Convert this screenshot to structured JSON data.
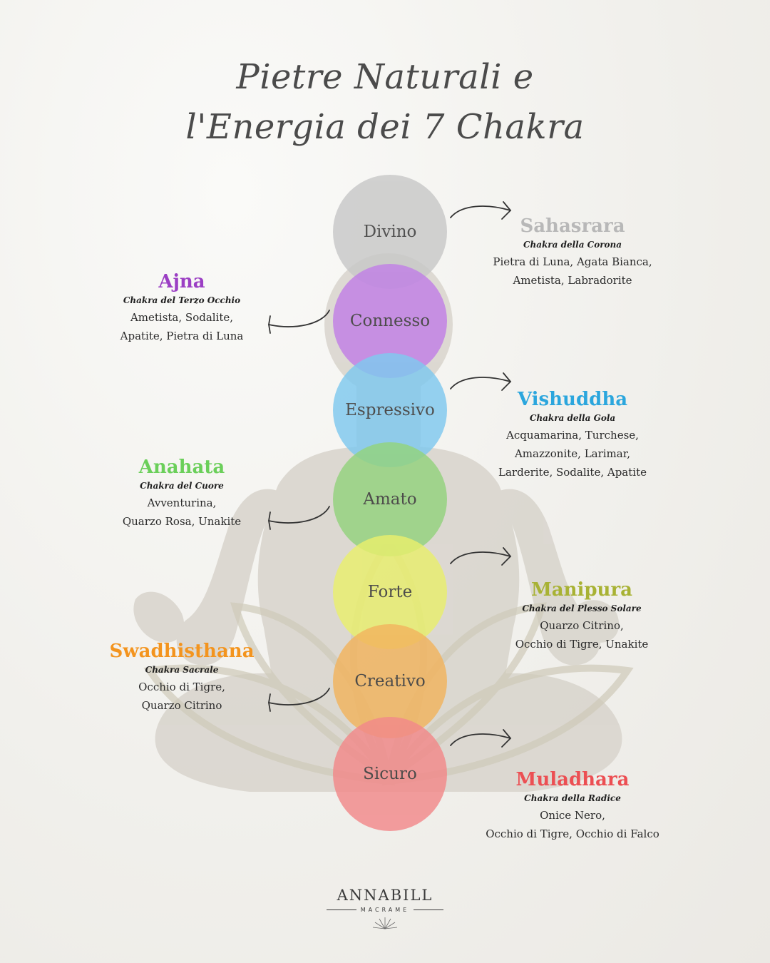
{
  "title": {
    "line1": "Pietre Naturali e",
    "line2": "l'Energia dei 7 Chakra"
  },
  "chakras": [
    {
      "word": "Divino",
      "name": "Sahasrara",
      "subtitle": "Chakra della Corona",
      "stones": "Pietra di Luna, Agata Bianca,\nAmetista, Labradorite",
      "color": "#c8c8c8",
      "name_color": "#b8b8b8",
      "side": "right"
    },
    {
      "word": "Connesso",
      "name": "Ajna",
      "subtitle": "Chakra del Terzo Occhio",
      "stones": "Ametista, Sodalite,\nApatite, Pietra di Luna",
      "color": "#c180e6",
      "name_color": "#9b3fc4",
      "side": "left"
    },
    {
      "word": "Espressivo",
      "name": "Vishuddha",
      "subtitle": "Chakra della Gola",
      "stones": "Acquamarina, Turchese,\nAmazzonite, Larimar,\nLarderite, Sodalite, Apatite",
      "color": "#7fc9ef",
      "name_color": "#2ba6dd",
      "side": "right"
    },
    {
      "word": "Amato",
      "name": "Anahata",
      "subtitle": "Chakra del Cuore",
      "stones": "Avventurina,\nQuarzo Rosa, Unakite",
      "color": "#93d37d",
      "name_color": "#6bcf5a",
      "side": "left"
    },
    {
      "word": "Forte",
      "name": "Manipura",
      "subtitle": "Chakra del Plesso Solare",
      "stones": "Quarzo Citrino,\nOcchio di Tigre, Unakite",
      "color": "#e9ef6d",
      "name_color": "#a8b234",
      "side": "right"
    },
    {
      "word": "Creativo",
      "name": "Swadhisthana",
      "subtitle": "Chakra Sacrale",
      "stones": "Occhio di Tigre,\nQuarzo Citrino",
      "color": "#f2b45e",
      "name_color": "#f3941e",
      "side": "left"
    },
    {
      "word": "Sicuro",
      "name": "Muladhara",
      "subtitle": "Chakra della Radice",
      "stones": "Onice Nero,\nOcchio di Tigre, Occhio di Falco",
      "color": "#f2898a",
      "name_color": "#ec4f53",
      "side": "right"
    }
  ],
  "logo": {
    "brand": "ANNABILL",
    "sub": "MACRAME"
  },
  "icons": {
    "arrow": "curved-arrow-icon",
    "figure": "meditating-figure-icon",
    "lotus": "lotus-icon",
    "sun": "sun-rays-icon"
  }
}
